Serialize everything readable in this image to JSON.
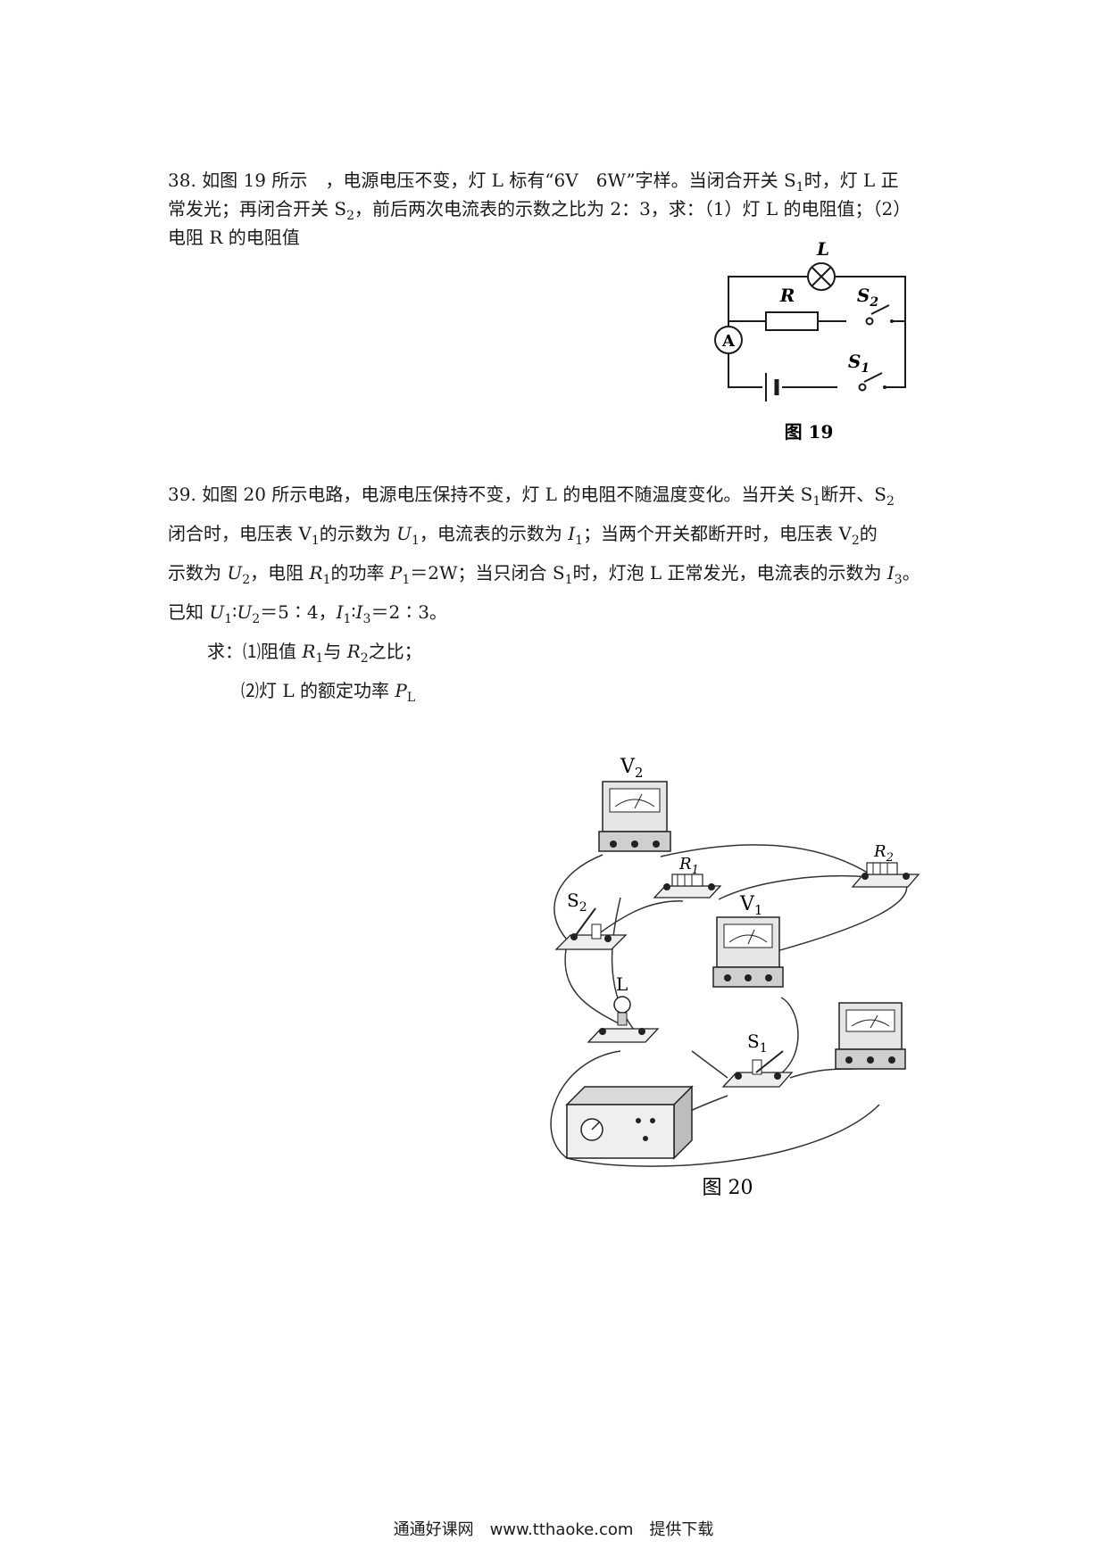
{
  "q38": {
    "line1_a": "38. 如图 19 所示　，电源电压不变，灯 L 标有“6V　6W”字样。当闭合开关 S",
    "line1_b": "时，灯 L 正",
    "line2_a": "常发光；再闭合开关 S",
    "line2_b": "，前后两次电流表的示数之比为 2：3，求：（1）灯 L 的电阻值；（2）",
    "line3": "电阻 R 的电阻值"
  },
  "fig19": {
    "label_L": "L",
    "label_R": "R",
    "label_S": "S",
    "sub1": "1",
    "sub2": "2",
    "label_A": "A",
    "caption": "图 19"
  },
  "q39": {
    "l1_a": "39. 如图 20 所示电路，电源电压保持不变，灯 L 的电阻不随温度变化。当开关 S",
    "l1_b": "断开、S",
    "l2_a": "闭合时，电压表 V",
    "l2_b": "的示数为 ",
    "l2_c": "，电流表的示数为 ",
    "l2_d": "；当两个开关都断开时，电压表 V",
    "l2_e": "的",
    "l3_a": "示数为 ",
    "l3_b": "，电阻 ",
    "l3_c": "的功率 ",
    "l3_d": "＝2W；当只闭合 S",
    "l3_e": "时，灯泡 L 正常发光，电流表的示数为 ",
    "l3_f": "。",
    "l4_a": "已知 ",
    "l4_b": "∶",
    "l4_c": "＝5∶4，",
    "l4_d": "∶",
    "l4_e": "＝2∶3。",
    "ask1_a": "求：⑴阻值 ",
    "ask1_b": "与 ",
    "ask1_c": "之比；",
    "ask2_a": "⑵灯 L 的额定功率 ",
    "sym_U": "U",
    "sym_I": "I",
    "sym_R": "R",
    "sym_P": "P",
    "s1": "1",
    "s2": "2",
    "s3": "3",
    "sL": "L"
  },
  "fig20": {
    "V": "V",
    "R": "R",
    "S": "S",
    "L": "L",
    "n1": "1",
    "n2": "2",
    "caption": "图 20"
  },
  "footer": {
    "text": "通通好课网　www.tthaoke.com　提供下载"
  }
}
